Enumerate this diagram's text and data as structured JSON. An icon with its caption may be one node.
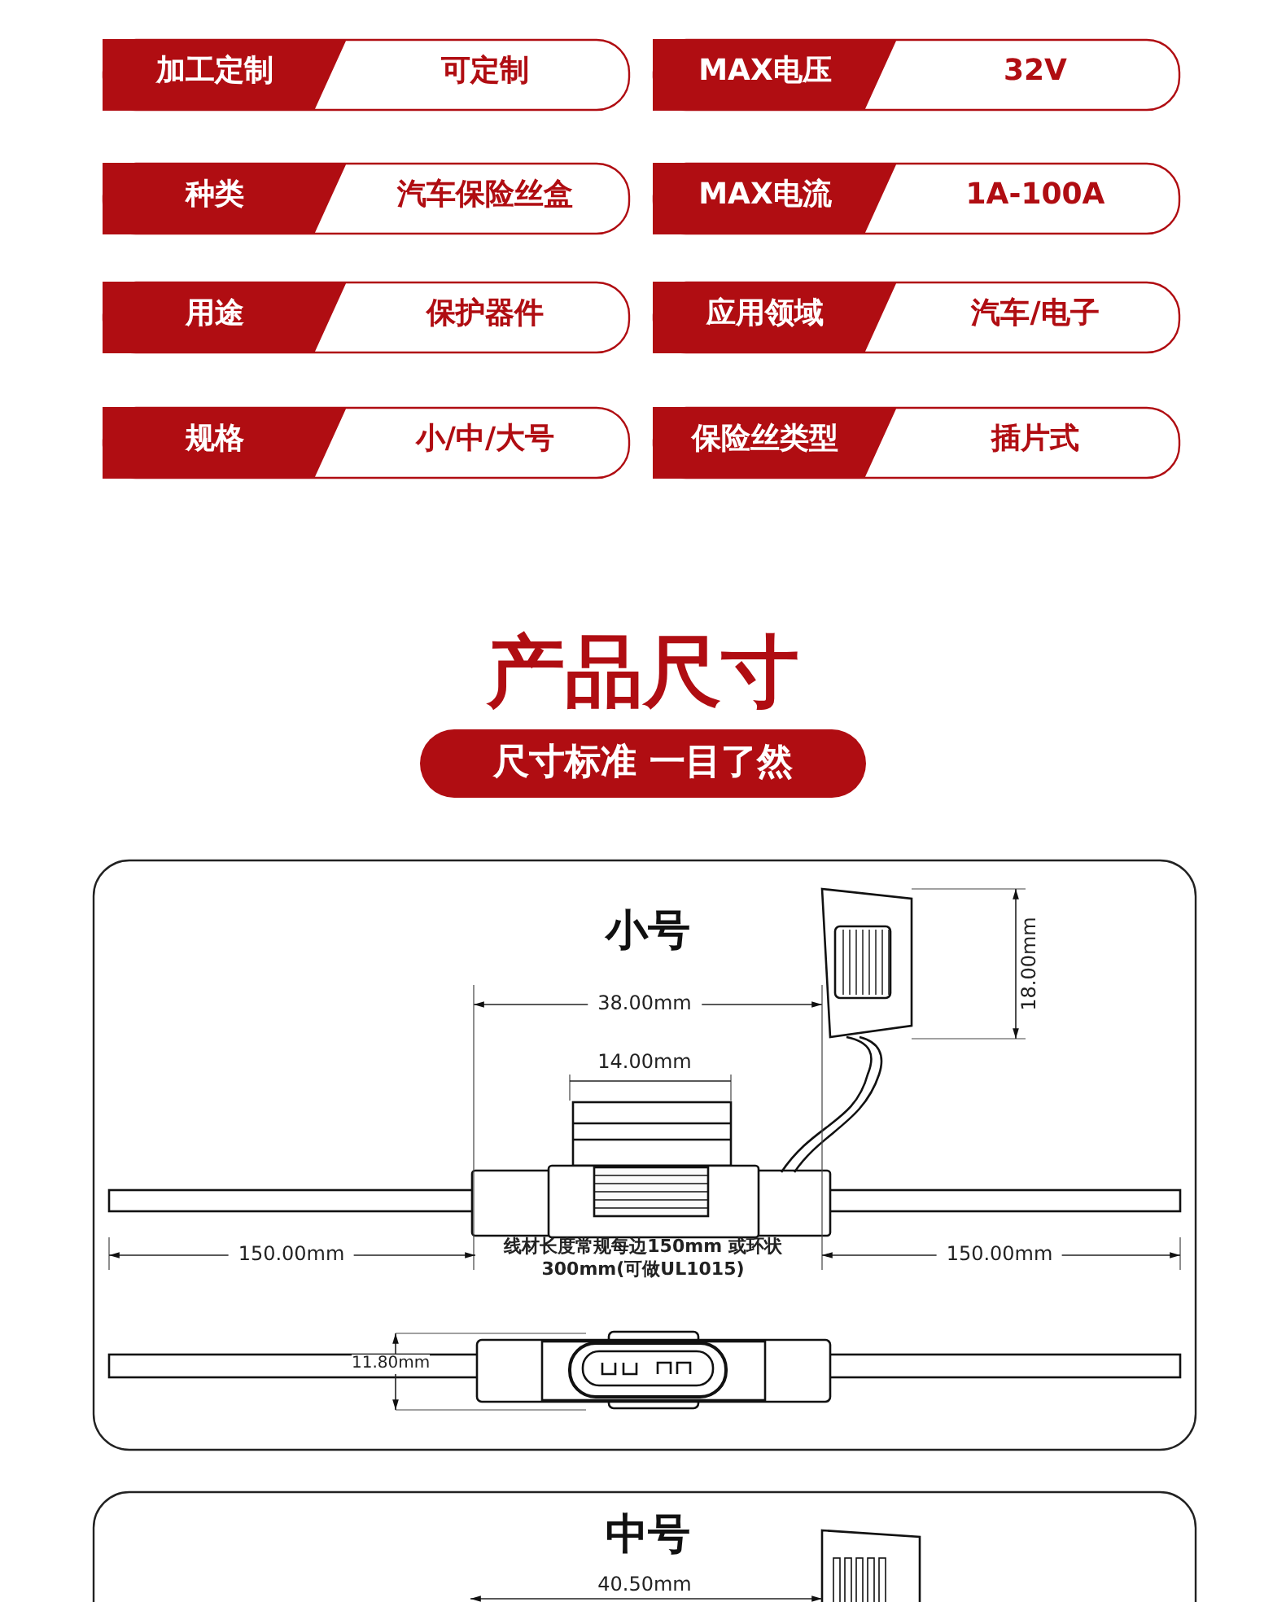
{
  "diagram": {
    "title": "产品尺寸",
    "labels": [
      "加工定制",
      "可定制",
      "MAX电压",
      "32V",
      "种类",
      "汽车保险丝盒",
      "MAX电流",
      "1A-100A",
      "用途",
      "保护器件",
      "应用领域",
      "汽车/电子",
      "规格",
      "小/中/大号",
      "保险丝类型",
      "插片式",
      "尺寸标准 一目了然",
      "小号",
      "38.00mm",
      "18.00mm",
      "14.00mm",
      "150.00mm",
      "线材长度常规每边150mm 或环状300mm(可做UL1015)",
      "150.00mm",
      "11.80mm",
      "中号",
      "40.50mm"
    ]
  }
}
